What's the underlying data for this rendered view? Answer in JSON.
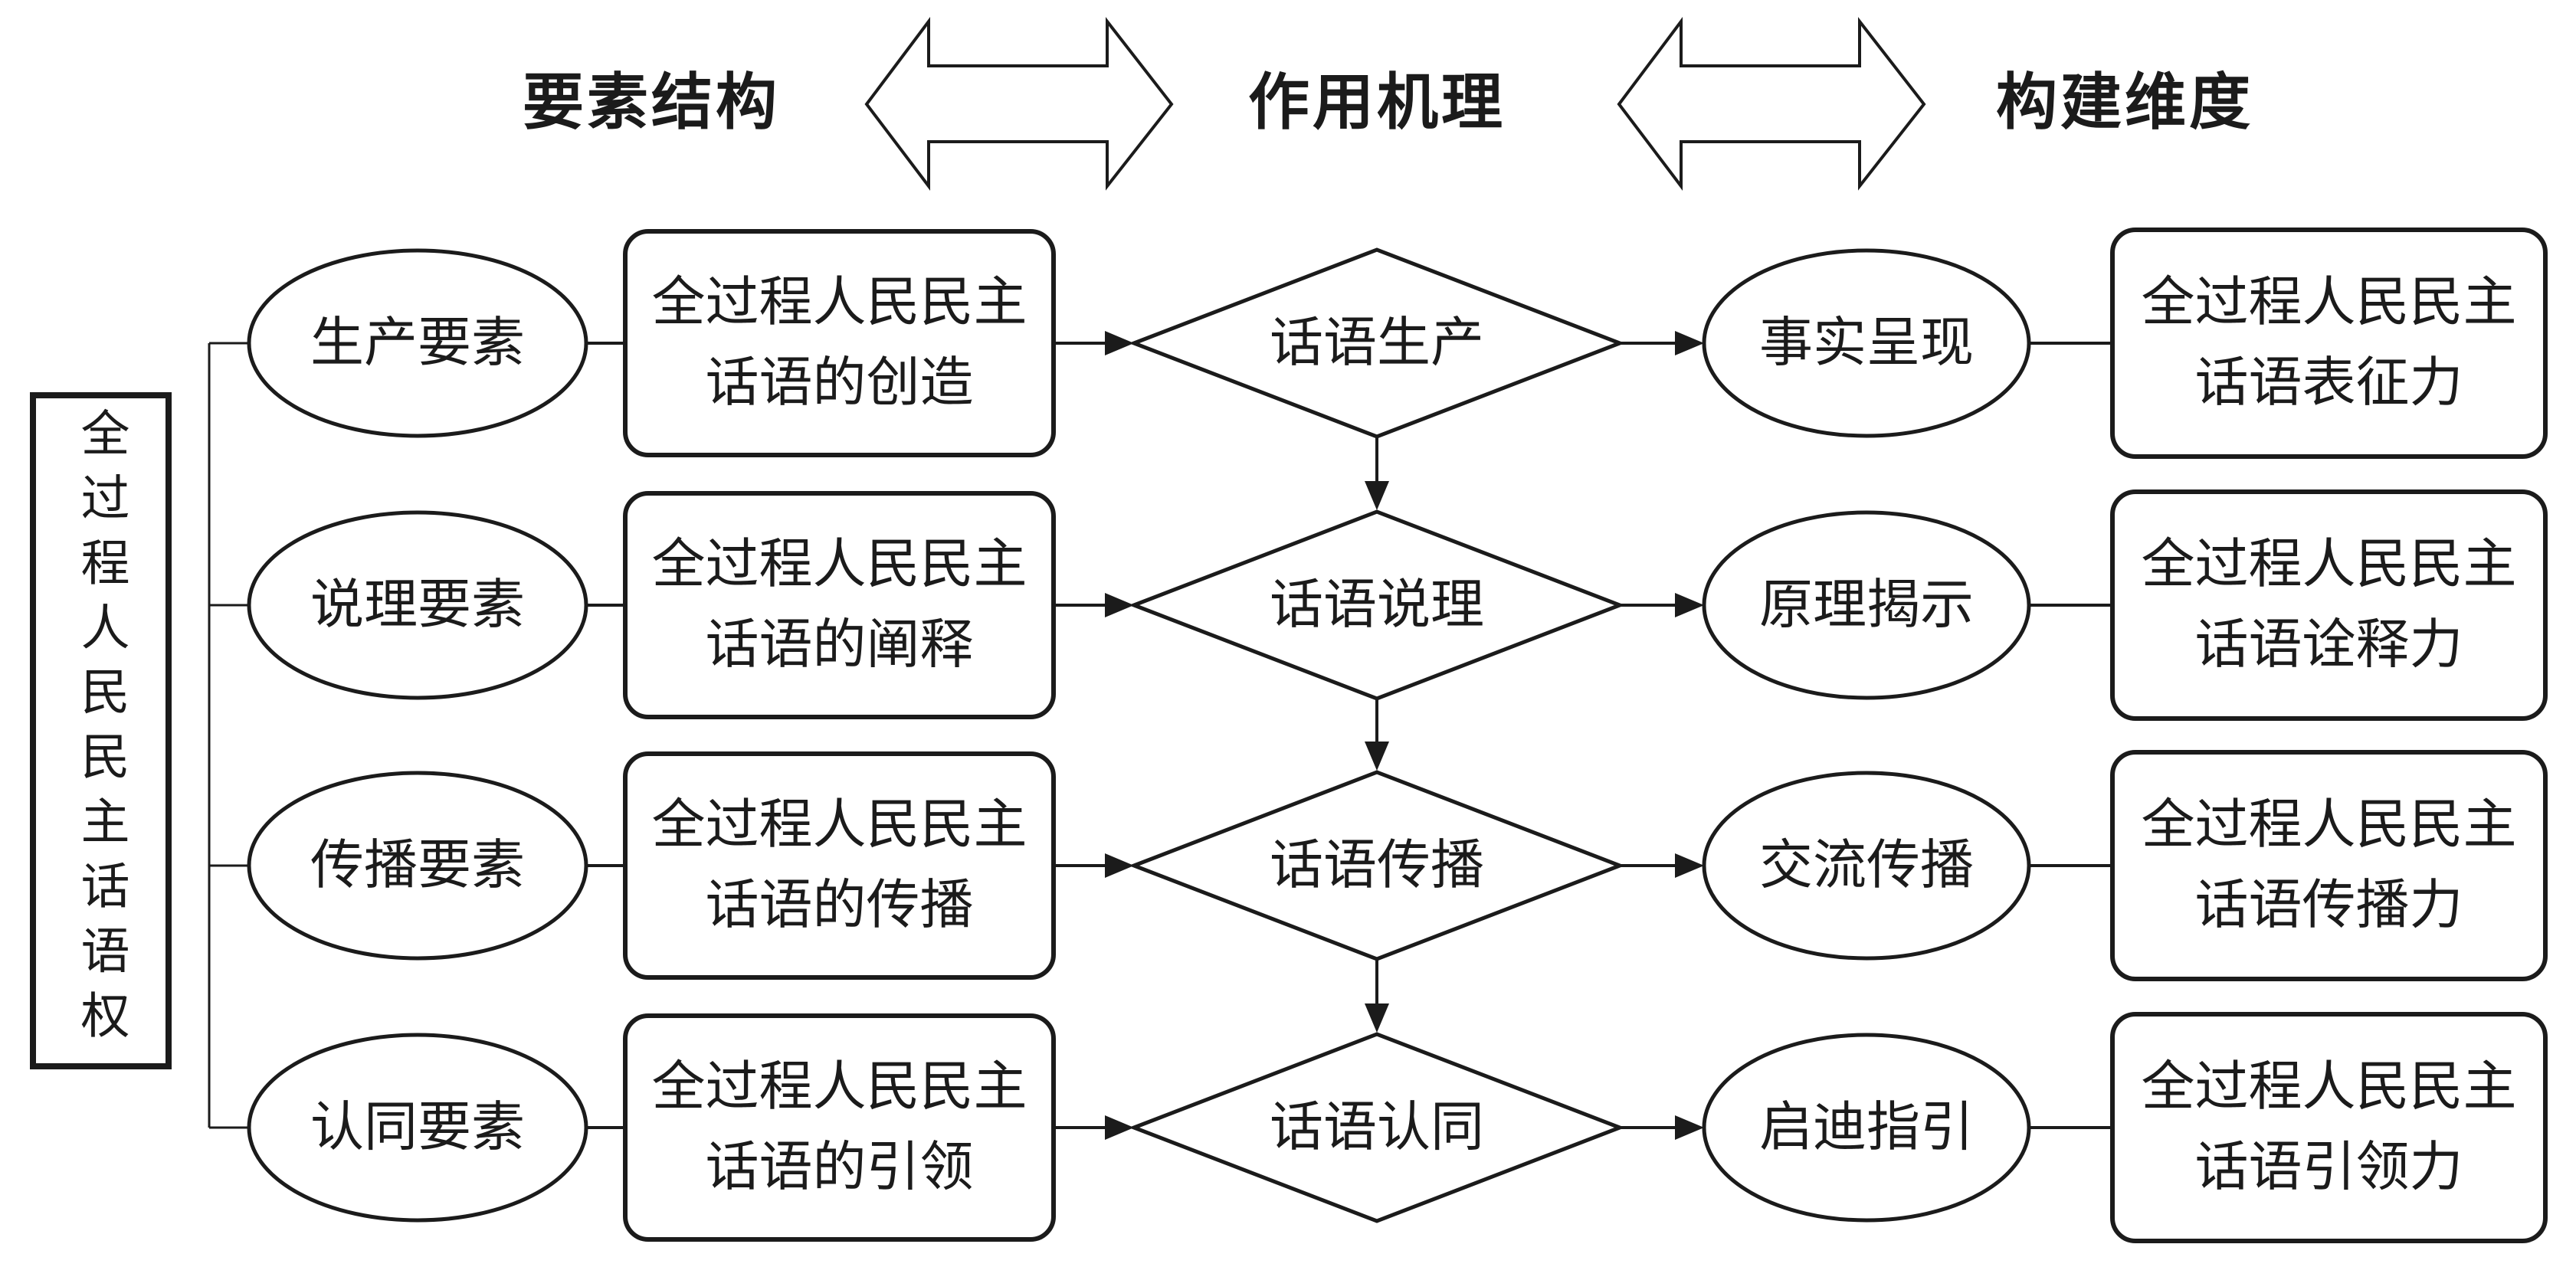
{
  "headers": {
    "element_structure": "要素结构",
    "mechanism": "作用机理",
    "construction_dimension": "构建维度"
  },
  "root": {
    "label": "全过程人民民主话语权"
  },
  "rows": [
    {
      "element": "生产要素",
      "practice_line1": "全过程人民民主",
      "practice_line2": "话语的创造",
      "mechanism": "话语生产",
      "function": "事实呈现",
      "capability_line1": "全过程人民民主",
      "capability_line2": "话语表征力"
    },
    {
      "element": "说理要素",
      "practice_line1": "全过程人民民主",
      "practice_line2": "话语的阐释",
      "mechanism": "话语说理",
      "function": "原理揭示",
      "capability_line1": "全过程人民民主",
      "capability_line2": "话语诠释力"
    },
    {
      "element": "传播要素",
      "practice_line1": "全过程人民民主",
      "practice_line2": "话语的传播",
      "mechanism": "话语传播",
      "function": "交流传播",
      "capability_line1": "全过程人民民主",
      "capability_line2": "话语传播力"
    },
    {
      "element": "认同要素",
      "practice_line1": "全过程人民民主",
      "practice_line2": "话语的引领",
      "mechanism": "话语认同",
      "function": "启迪指引",
      "capability_line1": "全过程人民民主",
      "capability_line2": "话语引领力"
    }
  ]
}
